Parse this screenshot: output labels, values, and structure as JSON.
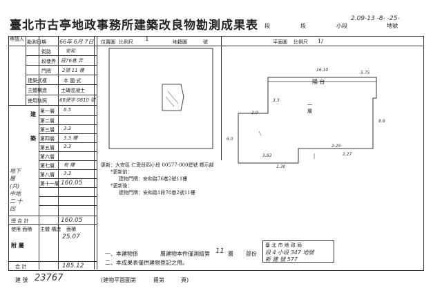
{
  "header": {
    "title": "臺北市古亭地政事務所建築改良物勘測成果表",
    "field_section": "段",
    "field_subsection": "小段",
    "field_lot": "地號",
    "handwritten_ref": "2.09-13 -8- -25-"
  },
  "left_table": {
    "applicant_label": "申請人",
    "survey_date_label": "勘測日期",
    "survey_date_value": "66年 6月 7日",
    "street_label": "街路",
    "street_value": "安和",
    "alley_label": "段巷弄",
    "alley_value": "段76巷 弄",
    "number_label": "門牌",
    "number_value": "2號 11 樓",
    "building_type_label": "建築式樣",
    "building_type_value": "本 國 式",
    "structure_label": "主體構造",
    "structure_value": "土磚混凝土",
    "use_label": "使用執照",
    "use_value": "66使字 0810 號",
    "floors": [
      {
        "label": "第一層",
        "value": "8.5"
      },
      {
        "label": "第二層",
        "value": ""
      },
      {
        "label": "第三層",
        "value": "3.3"
      },
      {
        "label": "第四層",
        "value": "3.3 樓"
      },
      {
        "label": "第五層",
        "value": "3.3"
      },
      {
        "label": "第六層",
        "value": ""
      },
      {
        "label": "第七層",
        "value": "有 樓"
      },
      {
        "label": "第八層",
        "value": "3.3"
      },
      {
        "label": "第十一層",
        "value": "160.05"
      }
    ],
    "side_note": "地下層 (共) 中地 二 十 四",
    "building_label": "建",
    "floor_label": "築",
    "total_label": "總 合 計",
    "total_value": "160.05",
    "attached_label": "附 屬",
    "attached_use_header": "使用 面積",
    "attached_main_header": "主體 構造",
    "attached_area_header": "面積",
    "attached_value": "25.07",
    "grand_total_label": "合 計",
    "grand_total_value": "185.12"
  },
  "drawing": {
    "location_map_label": "位置圖",
    "scale_label": "比例尺",
    "scale_value": "1",
    "map_number_label": "地籍圖",
    "map_sheet_label": "號",
    "plan_label": "平面圖",
    "plan_scale_label": "比例尺",
    "plan_scale_value": "1/",
    "balcony_label": "陽 台",
    "floor_mark": "一 層",
    "dims": [
      "3.3",
      "2.0",
      "8.6",
      "6.0",
      "3.93",
      "2.25",
      "2.27",
      "1.30",
      "5.75",
      "16.10"
    ]
  },
  "change_notes": {
    "line1": "更新：大安區 仁愛段四小段 00577-000建號 標示部",
    "line2": "*更新前：",
    "line3": "建物門牌：安和路76巷2號11樓",
    "line4": "*更新後：",
    "line5": "建物門牌：安和路1段78巷2號11樓"
  },
  "footer": {
    "note1_prefix": "一、本建物係",
    "note1_mid": "層建物本件僅測繪第",
    "note1_floor": "11",
    "note1_suffix": "層",
    "note2": "二、本成果表僅供建物登記之用。",
    "part_label": "部份",
    "stamp_line1": "臺 北 市 地 政 局",
    "stamp_line2": "段 4 小段 347 地號",
    "stamp_line3": "新 建 號 577",
    "building_no_label": "建 號",
    "building_no_value": "23767",
    "page_note": "(建物平面圖第",
    "page_mid": "冊第",
    "page_end": "頁)"
  }
}
